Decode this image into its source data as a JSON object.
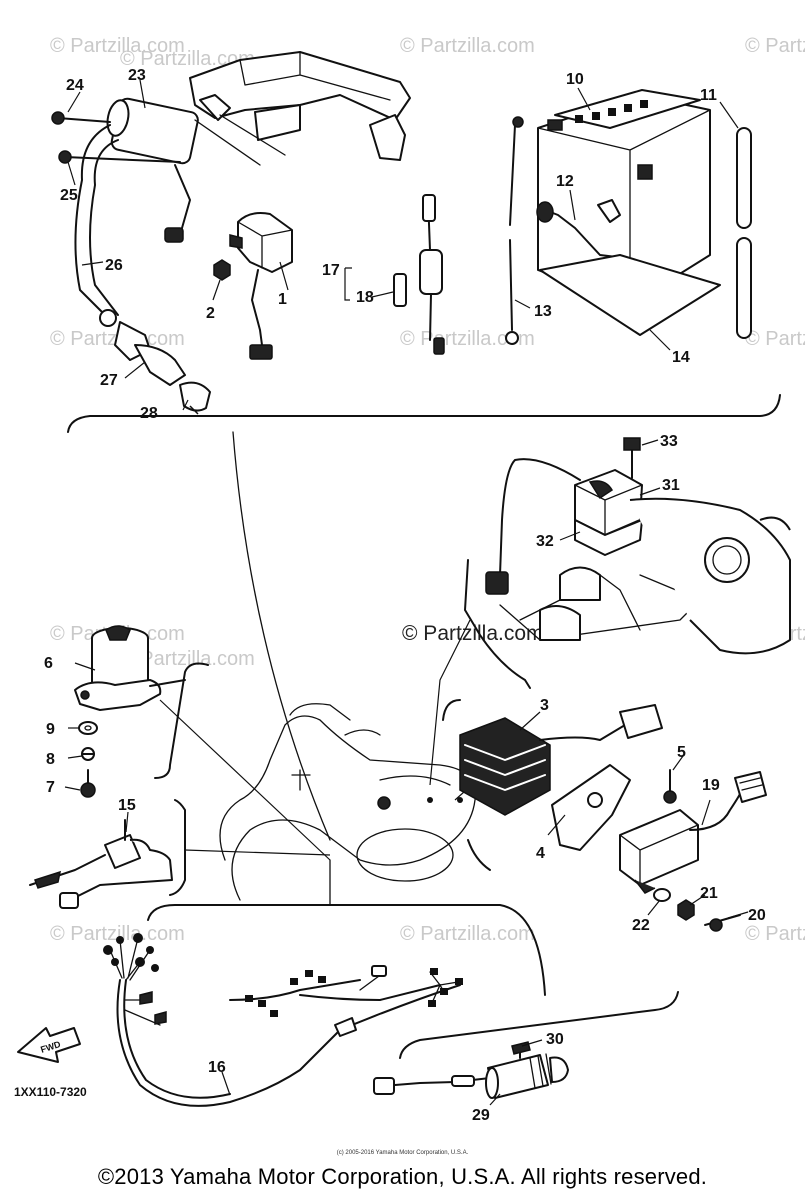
{
  "watermarks": [
    {
      "text": "© Partzilla.com"
    },
    {
      "text": "© Partzilla.com"
    },
    {
      "text": "© Partzilla.com"
    },
    {
      "text": "© Partzilla.com"
    },
    {
      "text": "© Partzilla.com"
    },
    {
      "text": "© Partzilla.com"
    },
    {
      "text": "© Partzilla.com"
    },
    {
      "text": "© Partzilla.com"
    },
    {
      "text": "© Partzilla.com"
    },
    {
      "text": "© Partzilla.com"
    },
    {
      "text": "© Partzilla.com"
    },
    {
      "text": "© Partzilla.com"
    },
    {
      "text": "© Partzilla.com"
    }
  ],
  "center_watermark": "© Partzilla.com",
  "callouts": {
    "c1": "1",
    "c2": "2",
    "c3": "3",
    "c4": "4",
    "c5": "5",
    "c6": "6",
    "c7": "7",
    "c8": "8",
    "c9": "9",
    "c10": "10",
    "c11": "11",
    "c12": "12",
    "c13": "13",
    "c14": "14",
    "c15": "15",
    "c16": "16",
    "c17": "17",
    "c18": "18",
    "c19": "19",
    "c20": "20",
    "c21": "21",
    "c22": "22",
    "c23": "23",
    "c24": "24",
    "c25": "25",
    "c26": "26",
    "c27": "27",
    "c28": "28",
    "c29": "29",
    "c30": "30",
    "c31": "31",
    "c32": "32",
    "c33": "33"
  },
  "diagram_code": "1XX110-7320",
  "fwd_label": "FWD",
  "small_notice": "(c) 2005-2016 Yamaha Motor Corporation, U.S.A.",
  "copyright": "©2013 Yamaha Motor Corporation, U.S.A. All rights reserved."
}
